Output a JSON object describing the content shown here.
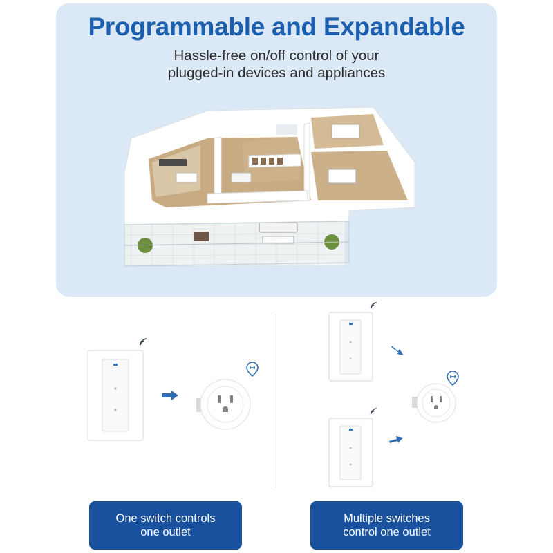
{
  "header": {
    "title": "Programmable and Expandable",
    "subtitle_line1": "Hassle-free on/off control of your",
    "subtitle_line2": "plugged-in devices and appliances"
  },
  "captions": [
    {
      "line1": "One switch controls",
      "line2": "one outlet"
    },
    {
      "line1": "Multiple switches",
      "line2": "control one outlet"
    }
  ],
  "colors": {
    "brand_blue": "#1c5fae",
    "caption_bg": "#19519f",
    "hero_bg": "#dbe9f6",
    "arrow_blue": "#2f6db4"
  },
  "icons": [
    "wifi-signal-icon",
    "link-icon",
    "arrow-right-icon"
  ]
}
